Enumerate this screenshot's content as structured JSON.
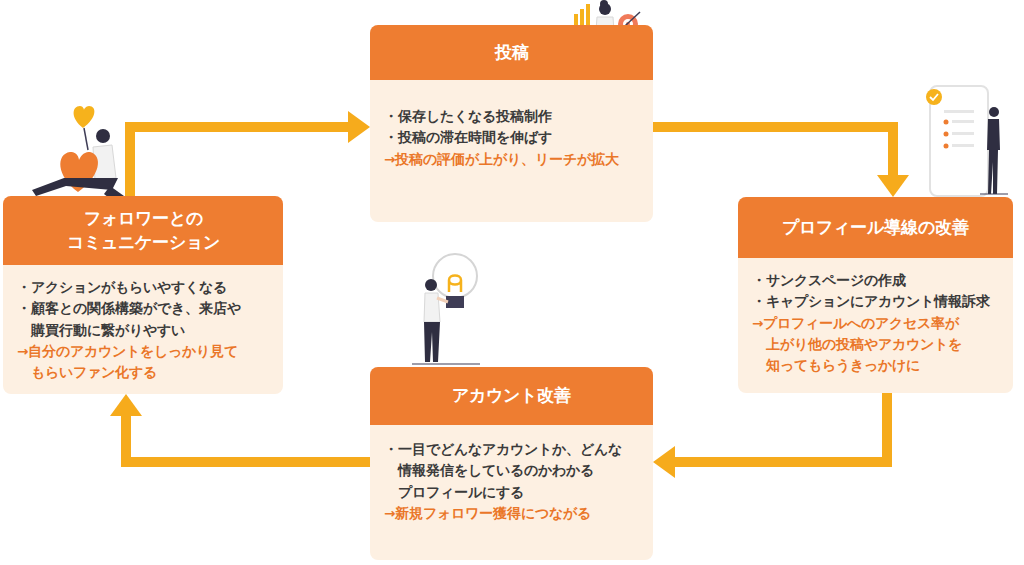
{
  "diagram": {
    "nodes": [
      {
        "text": [
          "投稿",
          "・保存したくなる投稿制作",
          "・投稿の滞在時間を伸ばす",
          "→投稿の評価が上がり、リーチが拡大"
        ]
      },
      {
        "text": [
          "プロフィール導線の改善",
          "・サンクスページの作成",
          "・キャプションにアカウント情報訴求",
          "→プロフィールへのアクセス率が 上がり他の投稿やアカウントを 知ってもらうきっかけに"
        ]
      },
      {
        "text": [
          "アカウント改善",
          "・一目でどんなアカウントか、どんな 情報発信をしているのかわかる プロフィールにする",
          "→新規フォロワー獲得につながる"
        ]
      },
      {
        "text": [
          "フォロワーとの コミュニケーション",
          "・アクションがもらいやすくなる",
          "・顧客との関係構築ができ、来店や 購買行動に繋がりやすい",
          "→自分のアカウントをしっかり見て もらいファン化する"
        ]
      }
    ],
    "edges": [
      {
        "from": 0,
        "to": 1,
        "arrow": "to"
      },
      {
        "from": 1,
        "to": 2,
        "arrow": "to"
      },
      {
        "from": 2,
        "to": 3,
        "arrow": "to"
      },
      {
        "from": 3,
        "to": 0,
        "arrow": "to"
      }
    ]
  }
}
